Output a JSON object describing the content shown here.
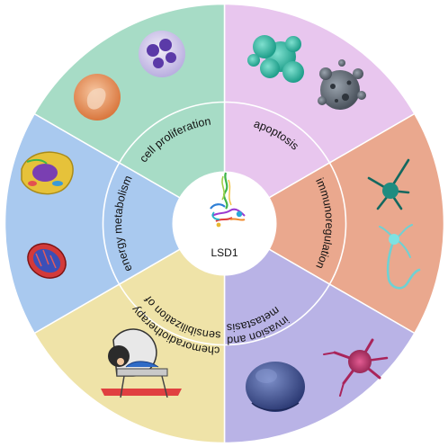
{
  "center": {
    "label": "LSD1"
  },
  "segments": [
    {
      "label": "apoptosis",
      "color": "#e8c6ee"
    },
    {
      "label": "immunoregulation",
      "color": "#eaa88e"
    },
    {
      "label": "invasion and",
      "label2": "metastasis",
      "color": "#b9b3e6"
    },
    {
      "label": "sensibilization of",
      "label2": "chemoradiotherapy",
      "color": "#efe3a8"
    },
    {
      "label": "energy metabolism",
      "color": "#a9c9ef"
    },
    {
      "label": "cell proliferation",
      "color": "#a7dcc6"
    }
  ],
  "icons": {
    "apoptosis": [
      "apoptotic-cell-cluster-icon",
      "apoptotic-body-icon"
    ],
    "immunoregulation": [
      "dendritic-cell-icon",
      "neuron-cell-icon"
    ],
    "invasion": [
      "tumor-cell-icon",
      "invasive-cell-icon"
    ],
    "chemoradiotherapy": [
      "radiotherapy-machine-icon"
    ],
    "energy": [
      "cell-organelles-icon",
      "mitochondrion-icon"
    ],
    "proliferation": [
      "dividing-cell-icon",
      "neutrophil-icon"
    ],
    "center": "lsd1-protein-structure-icon"
  }
}
